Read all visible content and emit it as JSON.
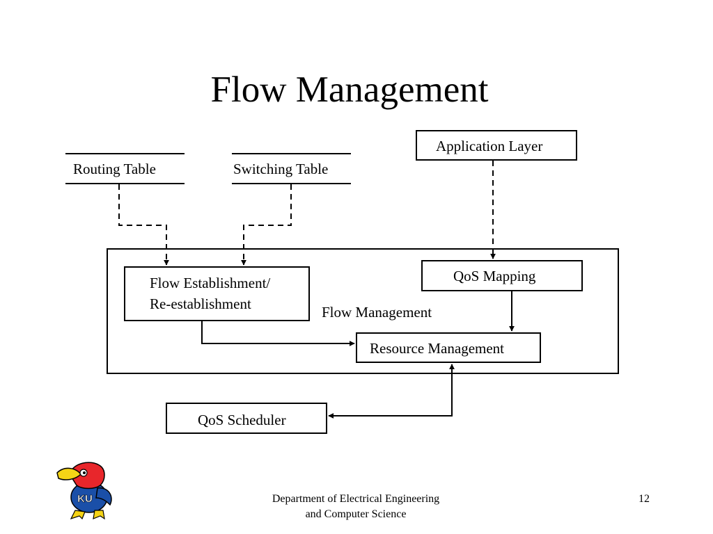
{
  "slide": {
    "title": "Flow Management",
    "footer_line1": "Department of Electrical Engineering",
    "footer_line2": "and Computer Science",
    "page_number": "12"
  },
  "logo": {
    "label": "KU",
    "colors": {
      "head": "#e8262b",
      "beak": "#f5d416",
      "body": "#1a4fa8",
      "feet": "#f5d416"
    }
  },
  "diagram": {
    "routing_table": "Routing Table",
    "switching_table": "Switching Table",
    "application_layer": "Application Layer",
    "flow_establishment_line1": "Flow Establishment/",
    "flow_establishment_line2": "Re-establishment",
    "qos_mapping": "QoS Mapping",
    "flow_management": "Flow Management",
    "resource_management": "Resource Management",
    "qos_scheduler": "QoS Scheduler",
    "line_color": "#000000"
  }
}
